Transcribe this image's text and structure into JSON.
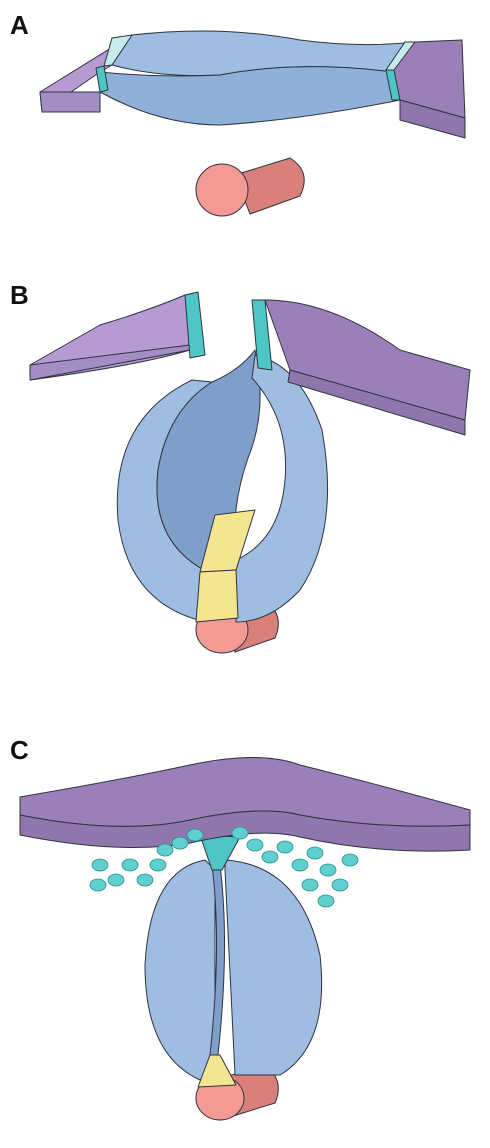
{
  "panels": [
    {
      "label": "A"
    },
    {
      "label": "B"
    },
    {
      "label": "C"
    }
  ],
  "colors": {
    "epidermis": "#b89ad2",
    "epidermis_dark": "#9a7fb8",
    "neural_plate": "#9fbde0",
    "neural_plate_dark": "#7f9fca",
    "border_cells": "#4fc6c6",
    "border_light": "#c8ecec",
    "notochord": "#f39b93",
    "notochord_dark": "#d9807a",
    "floor_plate": "#f4e690",
    "neural_crest": "#5fcfcf",
    "outline": "#2e3440"
  }
}
